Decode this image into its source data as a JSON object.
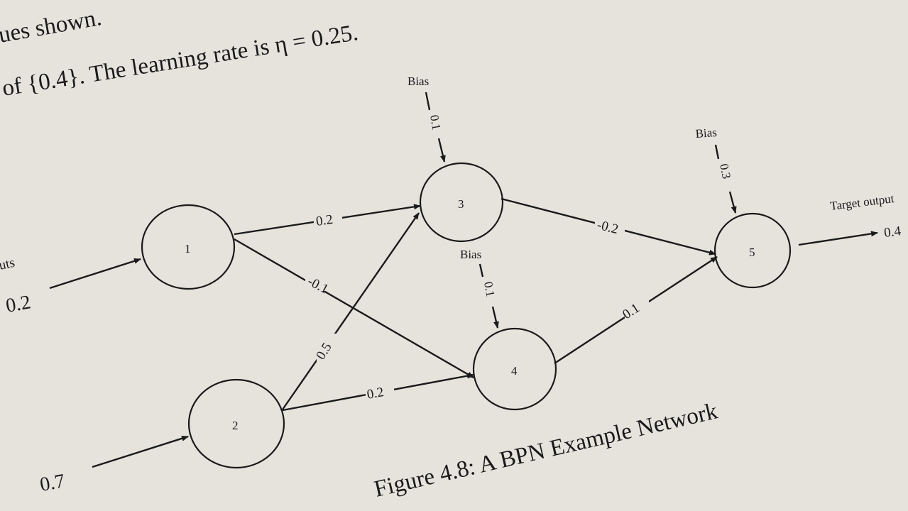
{
  "text": {
    "line1": "ues shown.",
    "line2": "of {0.4}. The learning rate is η = 0.25.",
    "caption": "Figure 4.8: A BPN Example Network"
  },
  "diagram": {
    "inputs_label": "uts",
    "inputs": [
      "0.2",
      "0.7"
    ],
    "nodes": [
      "1",
      "2",
      "3",
      "4",
      "5"
    ],
    "edges": [
      {
        "from": "1",
        "to": "3",
        "weight": "0.2"
      },
      {
        "from": "1",
        "to": "4",
        "weight": "-0.1"
      },
      {
        "from": "2",
        "to": "3",
        "weight": "0.5"
      },
      {
        "from": "2",
        "to": "4",
        "weight": "0.2"
      },
      {
        "from": "3",
        "to": "5",
        "weight": "-0.2"
      },
      {
        "from": "4",
        "to": "5",
        "weight": "0.1"
      }
    ],
    "biases": [
      {
        "node": "3",
        "label": "Bias",
        "weight": "0.1"
      },
      {
        "node": "4",
        "label": "Bias",
        "weight": "0.1"
      },
      {
        "node": "5",
        "label": "Bias",
        "weight": "0.3"
      }
    ],
    "output_label": "Target output",
    "output_value": "0.4"
  }
}
